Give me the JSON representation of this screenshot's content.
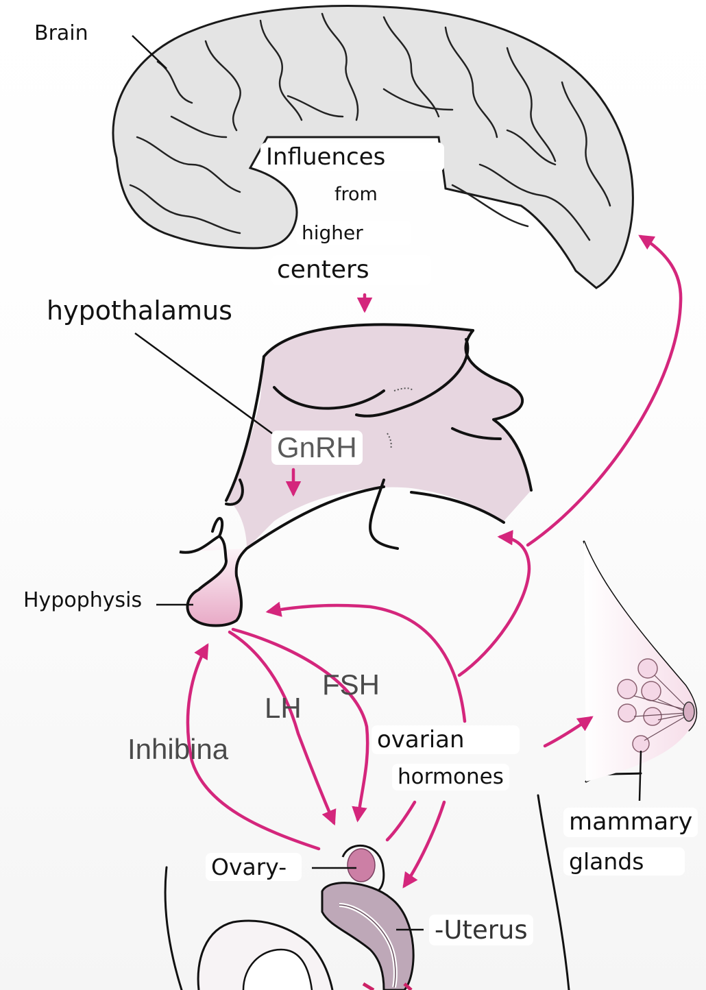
{
  "labels": {
    "brain": "Brain",
    "influences": "Influences",
    "from": "from",
    "higher": "higher",
    "centers": "centers",
    "hypothalamus": "hypothalamus",
    "gnrh": "GnRH",
    "hypophysis": "Hypophysis",
    "fsh": "FSH",
    "lh": "LH",
    "inhibina": "Inhibina",
    "ovarian": "ovarian",
    "hormones": "hormones",
    "mammary": "mammary",
    "glands": "glands",
    "ovary": "Ovary-",
    "uterus": "-Uterus"
  },
  "colors": {
    "arrow": "#d4267c",
    "brain_fill": "#e4e4e4",
    "hypothalamus_fill": "#e7d6e0",
    "pituitary_fill": "#eab8cf",
    "ovary_fill": "#cc7fa5",
    "uterus_fill": "#bea8b8",
    "outline": "#111111"
  }
}
